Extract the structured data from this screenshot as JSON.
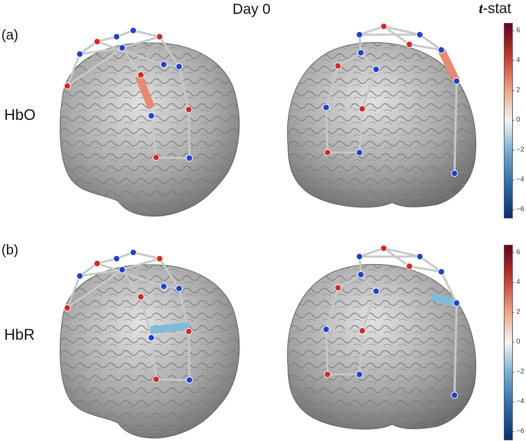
{
  "title": "Day 0",
  "panels": [
    {
      "label": "(a)",
      "row_label": "HbO",
      "highlight_color": "#e9896d"
    },
    {
      "label": "(b)",
      "row_label": "HbR",
      "highlight_color": "#7fbcd9"
    }
  ],
  "colorbar": {
    "title_italic": "t",
    "title_rest": "-stat",
    "ticks": [
      "6",
      "4",
      "2",
      "0",
      "−2",
      "−4",
      "−6"
    ],
    "range": [
      -6.5,
      6.5
    ],
    "colors": [
      "#08306b",
      "#2a6aa8",
      "#6ea9cf",
      "#f5f5f5",
      "#eba07f",
      "#c0392b",
      "#67001f"
    ]
  },
  "colors": {
    "source": "#d62728",
    "detector": "#1f3fd6",
    "cap": "#c8c8c8",
    "brain": "#a9a9a9"
  }
}
